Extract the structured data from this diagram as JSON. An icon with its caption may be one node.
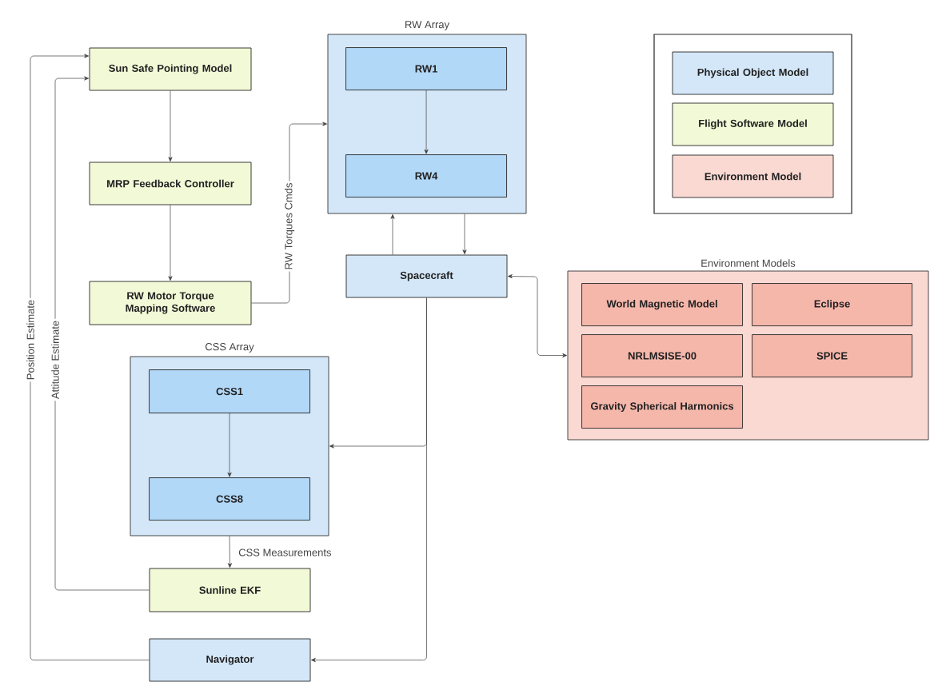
{
  "diagram": {
    "nodes": [
      {
        "text": [
          "Sun Safe Pointing Model"
        ]
      },
      {
        "text": [
          "RW Array"
        ]
      },
      {
        "text": [
          "RW1"
        ],
        "in": 1
      },
      {
        "text": [
          "RW4"
        ],
        "in": 1
      },
      {
        "text": [
          "MRP Feedback Controller"
        ]
      },
      {
        "text": [
          "RW Motor Torque Mapping Software"
        ]
      },
      {
        "text": [
          "Spacecraft"
        ]
      },
      {
        "text": [
          "Environment Models"
        ]
      },
      {
        "text": [
          "World Magnetic Model"
        ],
        "in": 7
      },
      {
        "text": [
          "Eclipse"
        ],
        "in": 7
      },
      {
        "text": [
          "NRLMSISE-00"
        ],
        "in": 7
      },
      {
        "text": [
          "SPICE"
        ],
        "in": 7
      },
      {
        "text": [
          "Gravity Spherical Harmonics"
        ],
        "in": 7
      },
      {
        "text": [
          "CSS Array"
        ]
      },
      {
        "text": [
          "CSS1"
        ],
        "in": 13
      },
      {
        "text": [
          "CSS8"
        ],
        "in": 13
      },
      {
        "text": [
          "Sunline EKF"
        ]
      },
      {
        "text": [
          "Navigator"
        ]
      }
    ],
    "edges": [
      {
        "from": 0,
        "to": 4,
        "arrow": "to"
      },
      {
        "from": 4,
        "to": 5,
        "arrow": "to"
      },
      {
        "from": 5,
        "to": 1,
        "arrow": "to",
        "label": "RW Torques Cmds"
      },
      {
        "from": 2,
        "to": 3,
        "arrow": "to"
      },
      {
        "from": 6,
        "to": 1,
        "arrow": "to"
      },
      {
        "from": 1,
        "to": 6,
        "arrow": "to"
      },
      {
        "from": 6,
        "to": 7,
        "arrow": "both"
      },
      {
        "from": 6,
        "to": 13,
        "arrow": "to"
      },
      {
        "from": 6,
        "to": 17,
        "arrow": "to"
      },
      {
        "from": 14,
        "to": 15,
        "arrow": "to"
      },
      {
        "from": 13,
        "to": 16,
        "arrow": "to",
        "label": "CSS Measurements"
      },
      {
        "from": 16,
        "to": 0,
        "arrow": "to",
        "label": "Attitude Estimate"
      },
      {
        "from": 17,
        "to": 0,
        "arrow": "to",
        "label": "Position Estimate"
      }
    ],
    "legend": [
      {
        "text": "Physical Object Model",
        "color": "#d4e7f8"
      },
      {
        "text": "Flight Software Model",
        "color": "#f2f9d6"
      },
      {
        "text": "Environment Model",
        "color": "#fad9d3"
      }
    ]
  }
}
